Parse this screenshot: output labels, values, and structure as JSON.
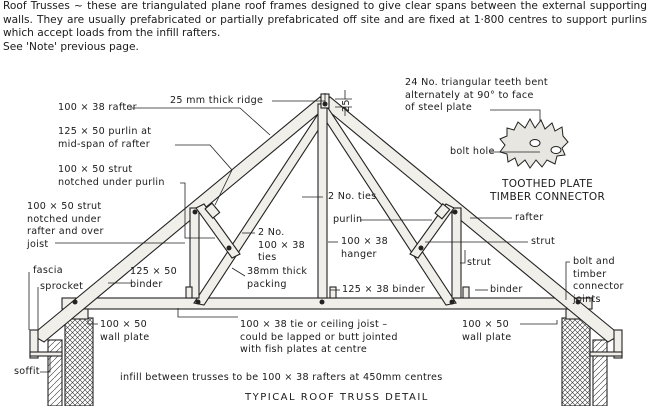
{
  "intro": {
    "line1": "Roof Trusses ~ these are triangulated plane roof frames designed to give clear spans between the external supporting walls. They are usually prefabricated or partially prefabricated off site and are fixed at 1·800 centres to support purlins which accept loads from the infill rafters.",
    "line2": "See 'Note' previous page."
  },
  "labels": {
    "ridge": "25 mm thick ridge",
    "ridge_dim": "25",
    "rafter": "100 × 38  rafter",
    "purlin_1": "125 × 50  purlin at",
    "purlin_2": "mid-span  of rafter",
    "strut_purlin_1": "100 × 50  strut",
    "strut_purlin_2": "notched  under purlin",
    "strut_rafter_1": "100 × 50  strut",
    "strut_rafter_2": "notched  under",
    "strut_rafter_3": "rafter  and over",
    "strut_rafter_4": "joist",
    "ties_1": "2 No.",
    "ties_2": "100 × 38",
    "ties_3": "ties",
    "fascia": "fascia",
    "sprocket": "sprocket",
    "binder_left_1": "125 × 50",
    "binder_left_2": "binder",
    "packing_1": "38mm thick",
    "packing_2": "packing",
    "ties_right": "2 No. ties",
    "purlin_right": "purlin",
    "hanger_1": "100 × 38",
    "hanger_2": "hanger",
    "binder_centre": "125 × 38  binder",
    "binder_right": "binder",
    "teeth_1": "24 No. triangular teeth  bent",
    "teeth_2": "alternately  at  90° to face",
    "teeth_3": "of steel  plate",
    "bolt_hole": "bolt hole",
    "connector_1": "TOOTHED PLATE",
    "connector_2": "TIMBER  CONNECTOR",
    "rafter_right": "rafter",
    "strut_right_1": "strut",
    "strut_right_2": "strut",
    "bolt_1": "bolt and",
    "bolt_2": "timber",
    "bolt_3": "connector",
    "bolt_4": "joints",
    "wallplate_left_1": "100 × 50",
    "wallplate_left_2": "wall plate",
    "tie_1": "100 × 38 tie or ceiling  joist  –",
    "tie_2": "could  be lapped or butt jointed",
    "tie_3": "with fish plates at centre",
    "wallplate_right_1": "100 × 50",
    "wallplate_right_2": "wall plate",
    "soffit": "soffit",
    "infill": "infill  between  trusses to be  100 × 38  rafters  at  450mm  centres"
  },
  "caption": "TYPICAL  ROOF  TRUSS  DETAIL"
}
